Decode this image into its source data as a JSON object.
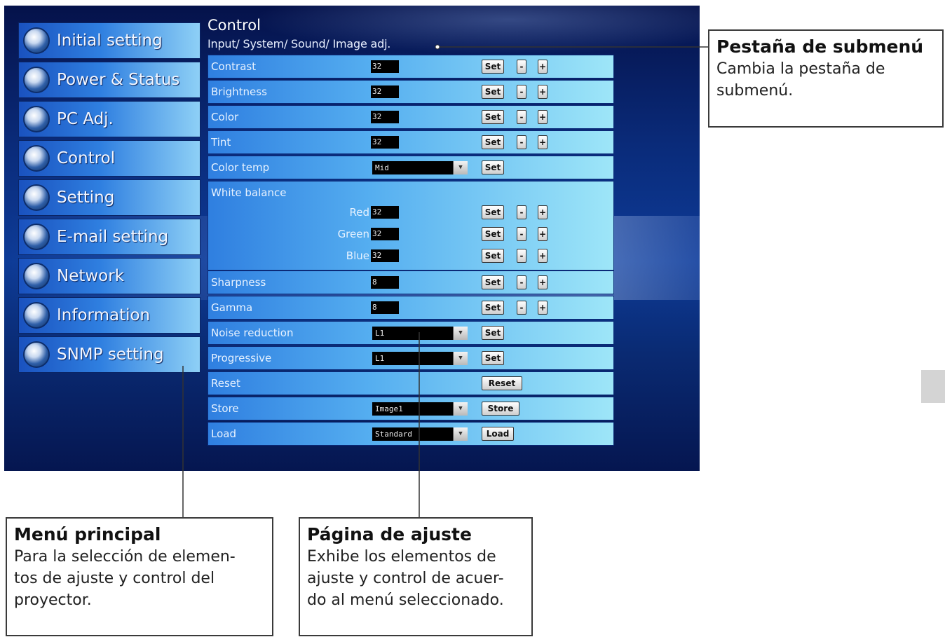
{
  "sidebar": {
    "items": [
      {
        "label": "Initial setting"
      },
      {
        "label": "Power & Status"
      },
      {
        "label": "PC Adj."
      },
      {
        "label": "Control"
      },
      {
        "label": "Setting"
      },
      {
        "label": "E-mail setting"
      },
      {
        "label": "Network"
      },
      {
        "label": "Information"
      },
      {
        "label": "SNMP setting"
      }
    ]
  },
  "page": {
    "title": "Control",
    "tabs": "Input/ System/ Sound/ Image adj."
  },
  "buttons": {
    "set": "Set",
    "minus": "-",
    "plus": "+",
    "reset": "Reset",
    "store": "Store",
    "load": "Load"
  },
  "rows": {
    "contrast": {
      "label": "Contrast",
      "value": "32"
    },
    "brightness": {
      "label": "Brightness",
      "value": "32"
    },
    "color": {
      "label": "Color",
      "value": "32"
    },
    "tint": {
      "label": "Tint",
      "value": "32"
    },
    "color_temp": {
      "label": "Color temp",
      "value": "Mid"
    },
    "white_balance": {
      "label": "White balance",
      "red": {
        "label": "Red",
        "value": "32"
      },
      "green": {
        "label": "Green",
        "value": "32"
      },
      "blue": {
        "label": "Blue",
        "value": "32"
      }
    },
    "sharpness": {
      "label": "Sharpness",
      "value": "8"
    },
    "gamma": {
      "label": "Gamma",
      "value": "8"
    },
    "noise_reduction": {
      "label": "Noise reduction",
      "value": "L1"
    },
    "progressive": {
      "label": "Progressive",
      "value": "L1"
    },
    "reset": {
      "label": "Reset"
    },
    "store": {
      "label": "Store",
      "value": "Image1"
    },
    "load": {
      "label": "Load",
      "value": "Standard"
    }
  },
  "callouts": {
    "submenu": {
      "title": "Pestaña de submenú",
      "text": "Cambia la pestaña de\nsubmenú."
    },
    "main_menu": {
      "title": "Menú principal",
      "text": "Para la selección de elemen-\ntos de ajuste y control del\nproyector."
    },
    "settings_page": {
      "title": "Página de ajuste",
      "text": "Exhibe los elementos de\najuste y control de acuer-\ndo al menú seleccionado."
    }
  }
}
